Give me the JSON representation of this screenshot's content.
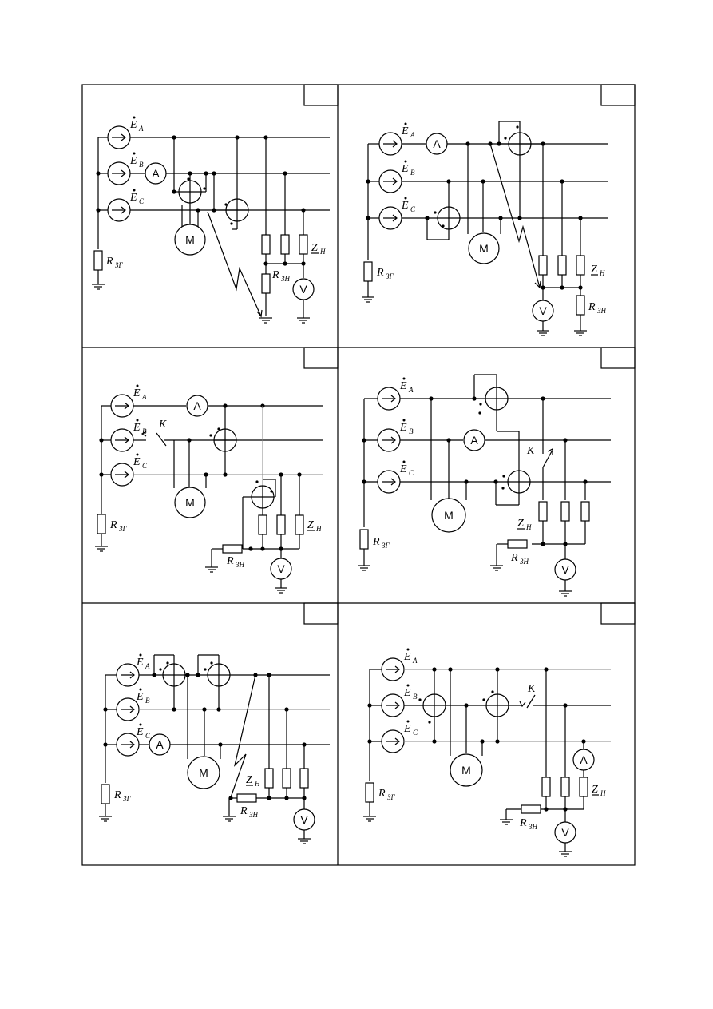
{
  "labels": {
    "ea": "E",
    "eb": "E",
    "ec": "E",
    "sub_a": "A",
    "sub_b": "B",
    "sub_c": "C",
    "rzg": "R",
    "rzg_sub": "ЗГ",
    "rzn": "R",
    "rzn_sub": "ЗН",
    "zn": "Z",
    "zn_sub": "Н",
    "k": "K",
    "motor": "M",
    "ammeter": "A",
    "voltmeter": "V"
  }
}
